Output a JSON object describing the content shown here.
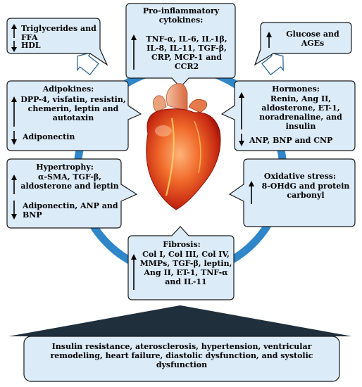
{
  "boxes": {
    "triglycerides": {
      "up": "Triglycerides and FFA",
      "down": "HDL"
    },
    "cytokines": {
      "title": "Pro-inflammatory cytokines:",
      "up": "TNF-α, IL-6, IL-1β, IL-8, IL-11, TGF-β, CRP, MCP-1 and CCR2"
    },
    "glucose": {
      "up": "Glucose and AGEs"
    },
    "adipokines": {
      "title": "Adipokines:",
      "up": "DPP-4, visfatin, resistin, chemerin, leptin and autotaxin",
      "down": "Adiponectin"
    },
    "hormones": {
      "title": "Hormones:",
      "up": "Renin, Ang II, aldosterone, ET-1, noradrenaline, and insulin",
      "down": "ANP, BNP and CNP"
    },
    "hypertrophy": {
      "title": "Hypertrophy:",
      "up": "α-SMA, TGF-β, aldosterone and leptin",
      "down": "Adiponectin, ANP and BNP"
    },
    "oxidative": {
      "title": "Oxidative stress:",
      "up": "8-OHdG and protein carbonyl"
    },
    "fibrosis": {
      "title": "Fibrosis:",
      "up": "Col I, Col III, Col IV, MMPs, TGF-β, leptin, Ang II, ET-1, TNF-α and IL-11"
    }
  },
  "outcome": "Insulin resistance, aterosclerosis, hypertension, ventricular remodeling, heart failure, diastolic dysfunction, and systolic dysfunction",
  "colors": {
    "box_fill": "#dcebf8",
    "box_stroke": "#1a1a1a",
    "ring": "#2f86c8",
    "pyramid": "#1f2f3c"
  },
  "icons": {
    "increase": "up-arrow-icon",
    "decrease": "down-arrow-icon"
  }
}
